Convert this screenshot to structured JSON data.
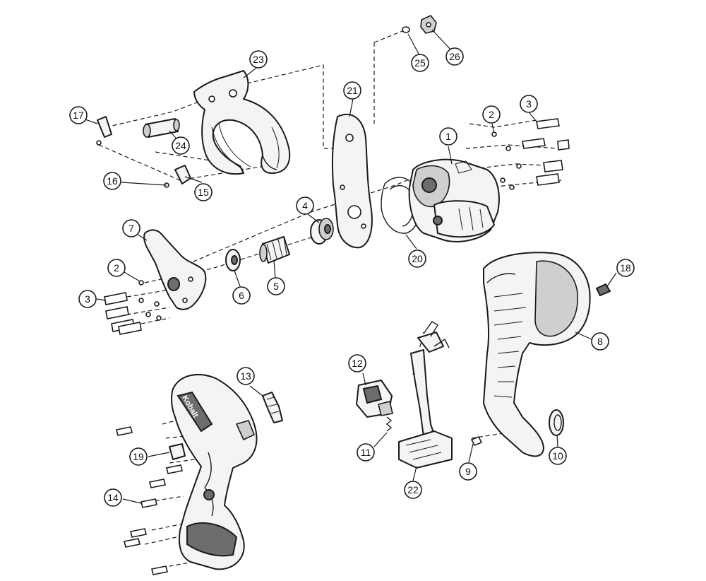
{
  "diagram": {
    "callouts": [
      {
        "label": "1"
      },
      {
        "label": "2"
      },
      {
        "label": "3"
      },
      {
        "label": "4"
      },
      {
        "label": "5"
      },
      {
        "label": "6"
      },
      {
        "label": "7"
      },
      {
        "label": "2"
      },
      {
        "label": "3"
      },
      {
        "label": "8"
      },
      {
        "label": "9"
      },
      {
        "label": "10"
      },
      {
        "label": "11"
      },
      {
        "label": "12"
      },
      {
        "label": "13"
      },
      {
        "label": "14"
      },
      {
        "label": "15"
      },
      {
        "label": "16"
      },
      {
        "label": "17"
      },
      {
        "label": "18"
      },
      {
        "label": "19"
      },
      {
        "label": "20"
      },
      {
        "label": "21"
      },
      {
        "label": "22"
      },
      {
        "label": "23"
      },
      {
        "label": "24"
      },
      {
        "label": "25"
      },
      {
        "label": "26"
      }
    ],
    "brand_logo": "Kobalt"
  }
}
